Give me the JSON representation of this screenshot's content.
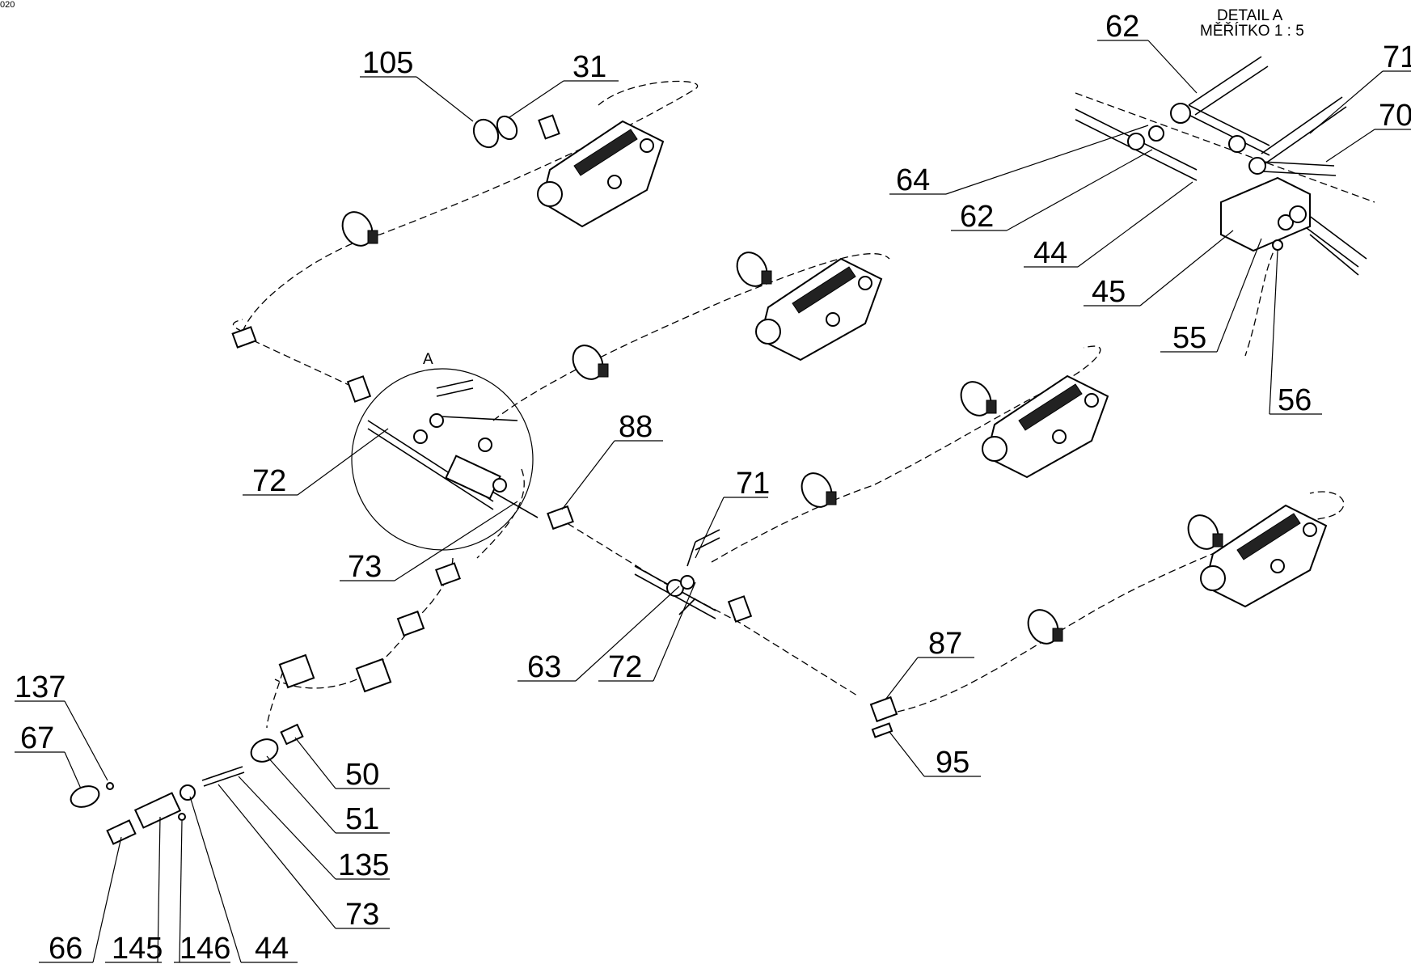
{
  "corner_text": "020",
  "detail": {
    "marker": "A",
    "title": "DETAIL A",
    "scale": "MĚŘÍTKO 1 : 5"
  },
  "callouts": [
    {
      "id": "c105",
      "text": "105"
    },
    {
      "id": "c31",
      "text": "31"
    },
    {
      "id": "c62a",
      "text": "62"
    },
    {
      "id": "c71a",
      "text": "71"
    },
    {
      "id": "c70",
      "text": "70"
    },
    {
      "id": "c64",
      "text": "64"
    },
    {
      "id": "c62b",
      "text": "62"
    },
    {
      "id": "c44a",
      "text": "44"
    },
    {
      "id": "c45",
      "text": "45"
    },
    {
      "id": "c55",
      "text": "55"
    },
    {
      "id": "c56",
      "text": "56"
    },
    {
      "id": "c72a",
      "text": "72"
    },
    {
      "id": "c88",
      "text": "88"
    },
    {
      "id": "c71b",
      "text": "71"
    },
    {
      "id": "c73a",
      "text": "73"
    },
    {
      "id": "c63",
      "text": "63"
    },
    {
      "id": "c72b",
      "text": "72"
    },
    {
      "id": "c87",
      "text": "87"
    },
    {
      "id": "c137",
      "text": "137"
    },
    {
      "id": "c67",
      "text": "67"
    },
    {
      "id": "c50",
      "text": "50"
    },
    {
      "id": "c95",
      "text": "95"
    },
    {
      "id": "c51",
      "text": "51"
    },
    {
      "id": "c135",
      "text": "135"
    },
    {
      "id": "c73b",
      "text": "73"
    },
    {
      "id": "c66",
      "text": "66"
    },
    {
      "id": "c145",
      "text": "145"
    },
    {
      "id": "c146",
      "text": "146"
    },
    {
      "id": "c44b",
      "text": "44"
    }
  ]
}
